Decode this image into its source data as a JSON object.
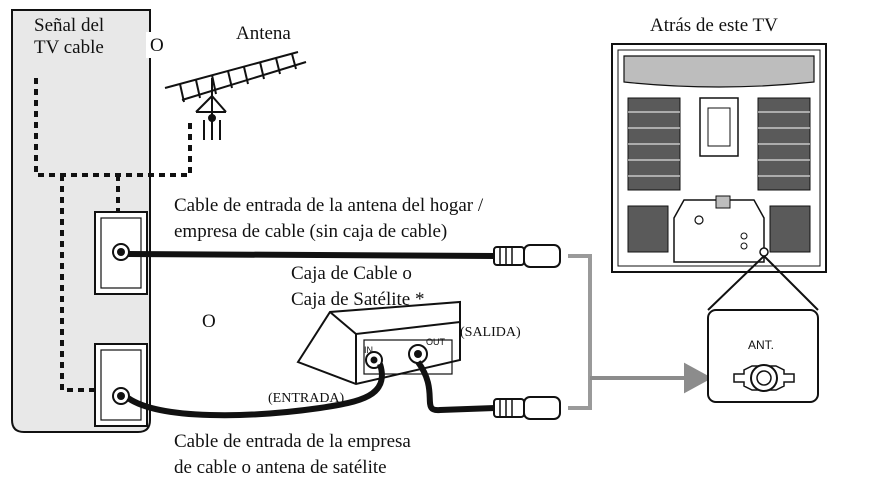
{
  "labels": {
    "signal_source": [
      "Señal del",
      "TV cable"
    ],
    "or_top": "O",
    "antenna": "Antena",
    "tv_back": "Atrás de este TV",
    "home_cable": [
      "Cable de entrada de la antena del hogar /",
      "empresa de cable (sin caja de cable)"
    ],
    "box_title": [
      "Caja de Cable o",
      "Caja de Satélite *"
    ],
    "or_middle": "O",
    "out_label": "(SALIDA)",
    "in_label": "(ENTRADA)",
    "box_in": "IN",
    "box_out": "OUT",
    "ant_terminal": "ANT.",
    "provider_cable": [
      "Cable de entrada de la empresa",
      "de cable o antena de satélite"
    ]
  },
  "colors": {
    "ink": "#111111",
    "panel_fill": "#e8e8e8",
    "connector_gray": "#9a9a9a",
    "arrow_gray": "#8c8c8c",
    "tv_gray": "#bdbdbd",
    "grille": "#5a5a5a"
  }
}
